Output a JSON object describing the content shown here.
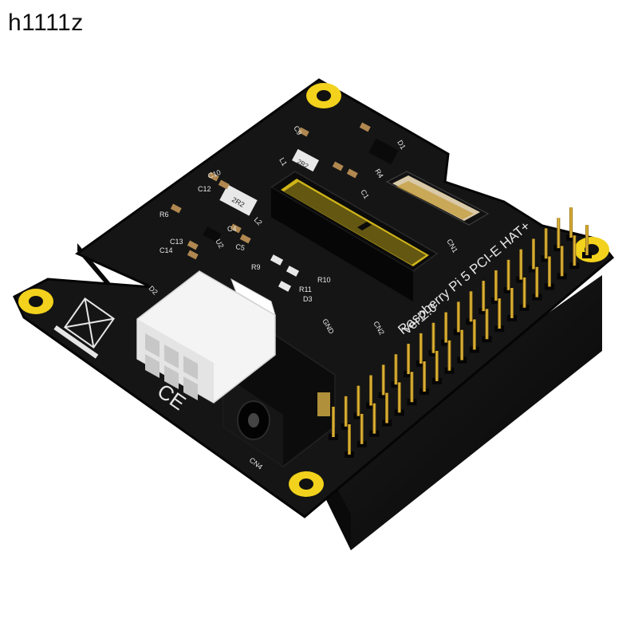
{
  "watermark": "h1111z",
  "board": {
    "title": "Raspberry Pi 5 PCI-E HAT+",
    "version": "Ver:2.0",
    "colors": {
      "pcb": "#151515",
      "edge": "#050505",
      "pad": "#f2d21c",
      "pin": "#d4a520",
      "connector": "#0c0c0c",
      "power_plug": "#f4f4f4"
    },
    "silkscreen": {
      "cn1": "CN1",
      "cn2": "CN2",
      "cn4": "CN4",
      "l2": "L2",
      "d2": "D2",
      "d3": "D3",
      "gnd": "GND",
      "r9": "R9",
      "r10": "R10",
      "r11": "R11",
      "c4": "C4",
      "c5": "C5",
      "c10": "C10",
      "c12": "C12",
      "c13": "C13",
      "c14": "C14",
      "c1": "C1",
      "c9": "C9",
      "r6": "R6",
      "u2": "U2",
      "l1": "L1",
      "d1": "D1",
      "r4": "R4",
      "chip_2r2_a": "2R2",
      "chip_2r2_b": "2R2",
      "ce_mark": "CE"
    },
    "icons": [
      "weee-bin-icon",
      "ce-mark-icon"
    ]
  }
}
